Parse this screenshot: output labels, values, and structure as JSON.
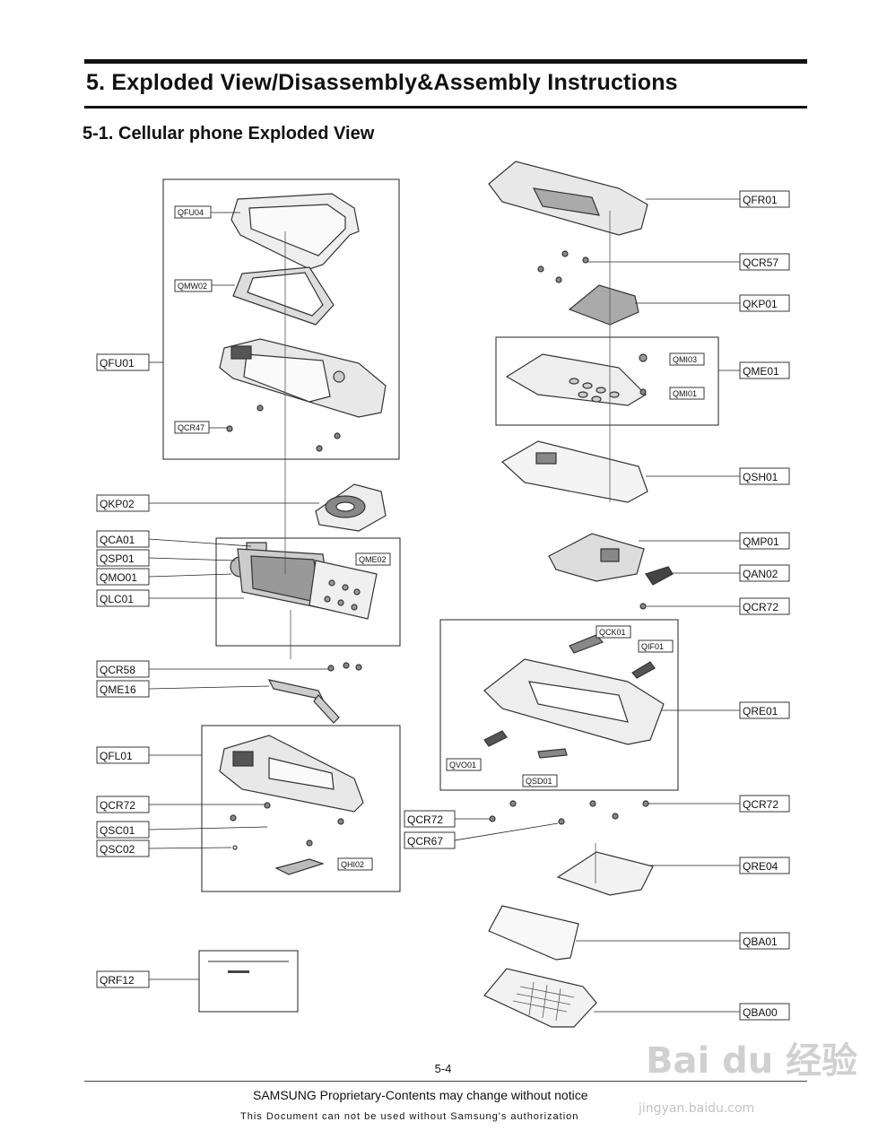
{
  "header": {
    "title": "5.  Exploded  View/Disassembly&Assembly  Instructions",
    "subtitle": "5-1.  Cellular  phone  Exploded  View"
  },
  "parts": {
    "QFU04": "QFU04",
    "QMW02": "QMW02",
    "QFU01": "QFU01",
    "QCR47": "QCR47",
    "QKP02": "QKP02",
    "QCA01": "QCA01",
    "QSP01": "QSP01",
    "QMO01": "QMO01",
    "QLC01": "QLC01",
    "QME02": "QME02",
    "QCR58": "QCR58",
    "QME16": "QME16",
    "QFL01": "QFL01",
    "QCR72a": "QCR72",
    "QSC01": "QSC01",
    "QSC02": "QSC02",
    "QHI02": "QHI02",
    "QRF12": "QRF12",
    "QFR01": "QFR01",
    "QCR57": "QCR57",
    "QKP01": "QKP01",
    "QME01": "QME01",
    "QMI03": "QMI03",
    "QMI01": "QMI01",
    "QSH01": "QSH01",
    "QMP01": "QMP01",
    "QAN02": "QAN02",
    "QCR72b": "QCR72",
    "QCK01": "QCK01",
    "QIF01": "QIF01",
    "QRE01": "QRE01",
    "QVO01": "QVO01",
    "QSD01": "QSD01",
    "QCR72c": "QCR72",
    "QCR72d": "QCR72",
    "QCR67": "QCR67",
    "QRE04": "QRE04",
    "QBA01": "QBA01",
    "QBA00": "QBA00"
  },
  "footer": {
    "page_number": "5-4",
    "line1": "SAMSUNG Proprietary-Contents may change without notice",
    "line2": "This Document can not be used without Samsung's authorization"
  },
  "watermark": {
    "brand": "Bai du 经验",
    "url": "jingyan.baidu.com"
  }
}
